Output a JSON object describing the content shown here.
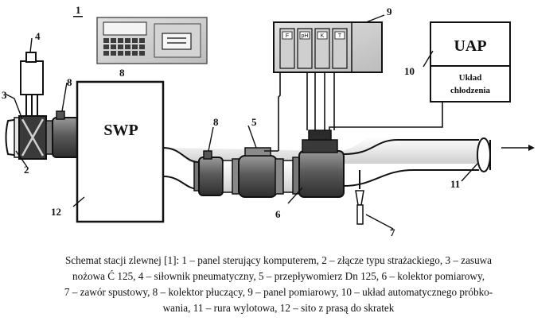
{
  "diagram": {
    "labels": {
      "n1": "1",
      "n2": "2",
      "n3": "3",
      "n4": "4",
      "n5": "5",
      "n6": "6",
      "n7": "7",
      "n8_panel": "8",
      "n8_left": "8",
      "n8_mid": "8",
      "n9": "9",
      "n10": "10",
      "n11": "11",
      "n12": "12"
    },
    "swp_label": "SWP",
    "uap_label": "UAP",
    "cooling_label_line1": "Układ",
    "cooling_label_line2": "chłodzenia",
    "meter_labels": [
      "F",
      "pH",
      "K",
      "T"
    ],
    "colors": {
      "line": "#111111",
      "fill_light": "#d8d8d8",
      "fill_mid": "#bdbdbd",
      "fill_dark": "#4a4a4a"
    }
  },
  "caption": {
    "line1": "Schemat stacji zlewnej [1]: 1 – panel sterujący komputerem, 2 – złącze typu strażackiego, 3 – zasuwa",
    "line2": "nożowa Ć 125, 4 – siłownik pneumatyczny, 5 – przepływomierz Dn 125, 6 – kolektor pomiarowy,",
    "line3": "7 – zawór spustowy, 8 – kolektor płuczący, 9 – panel pomiarowy, 10 – układ automatycznego próbko-",
    "line4": "wania, 11 – rura wylotowa, 12 – sito z prasą do skratek"
  }
}
